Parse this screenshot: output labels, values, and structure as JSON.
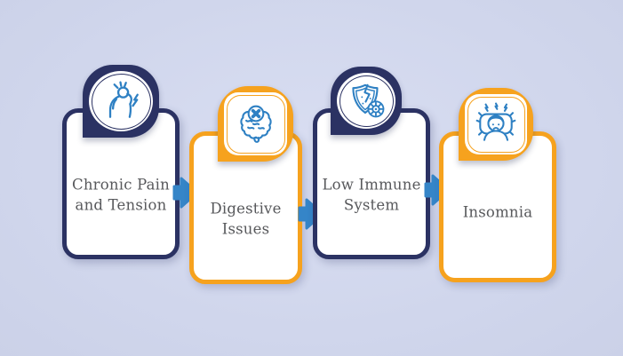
{
  "theme": {
    "bg": "#d0d6ec",
    "navy": "#2b3263",
    "orange": "#f6a21e",
    "arrow_blue": "#3585c8",
    "icon_blue": "#2e80c3",
    "text_gray": "#57585b",
    "card_bg": "#ffffff"
  },
  "diagram": {
    "type": "process-flow",
    "direction": "left-to-right",
    "steps": [
      {
        "label": "Chronic Pain and Tension",
        "lines": [
          "Chronic Pain",
          "and Tension"
        ],
        "icon": "back-pain-icon",
        "accent": "navy"
      },
      {
        "label": "Digestive Issues",
        "lines": [
          "Digestive",
          "Issues"
        ],
        "icon": "intestines-cross-icon",
        "accent": "orange"
      },
      {
        "label": "Low Immune System",
        "lines": [
          "Low Immune",
          "System"
        ],
        "icon": "broken-shield-gear-icon",
        "accent": "navy"
      },
      {
        "label": "Insomnia",
        "lines": [
          "Insomnia"
        ],
        "icon": "sleepless-person-pillow-icon",
        "accent": "orange"
      }
    ],
    "connectors": [
      {
        "type": "arrow-right"
      },
      {
        "type": "arrow-right"
      },
      {
        "type": "arrow-right"
      }
    ]
  }
}
